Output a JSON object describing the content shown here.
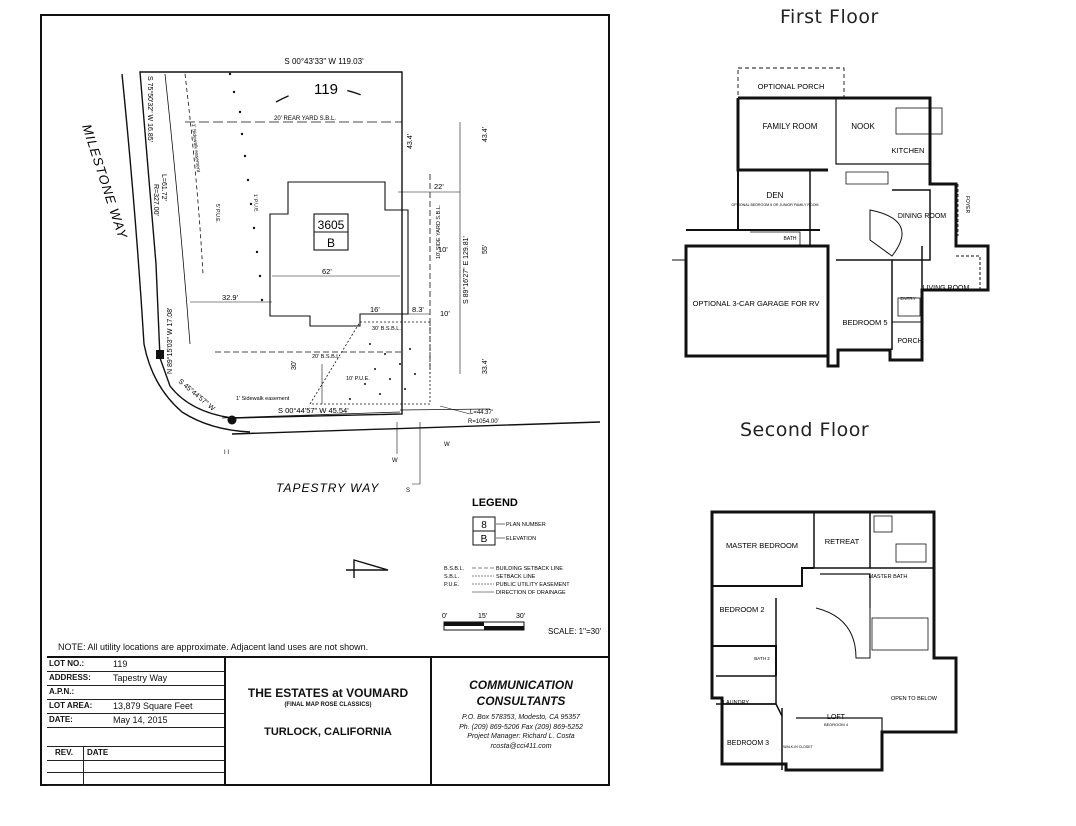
{
  "site": {
    "lot_number_label": "119",
    "road_milestone": "MILESTONE WAY",
    "road_tapestry": "TAPESTRY WAY",
    "plan_number": "3605",
    "plan_elevation": "B",
    "dims": {
      "north_bearing": "S 00°43'33\" W 119.03'",
      "rear_setback": "20' REAR YARD S.B.L.",
      "east_bearing": "S 89°16'27\" E 129.81'",
      "side_setback": "10' SIDE YARD S.B.L.",
      "west_bearing": "N 89°15'03\" W 17.08'",
      "nw_bearing": "S 75°50'32\" W 16.85'",
      "curve_len": "L=61.72'",
      "curve_rad": "R=327.00'",
      "sw_bearing": "S 45°44'57\" W",
      "south_bearing": "S 00°44'57\" W 45.54'",
      "curve2_len": "L=44.37'",
      "curve2_rad": "R=1054.00'",
      "d_43_4_a": "43.4'",
      "d_43_4_b": "43.4'",
      "d_22": "22'",
      "d_10": "10'",
      "d_55": "55'",
      "d_62": "62'",
      "d_32_9": "32.9'",
      "d_16": "16'",
      "d_8_3": "8.3'",
      "d_10b": "10'",
      "d_30": "30'",
      "d_33_4": "33.4'",
      "d_30bsbl": "30' B.S.B.L.",
      "d_20bsbl": "20' B.S.B.L.",
      "pue": "10' P.U.E.",
      "pue2": "5' P.U.E.",
      "sidewalk": "1' Sidewalk easement",
      "sidewalk2": "1' Sidewalk easement",
      "pue_w": "1' P.U.E.",
      "w_mark": "W",
      "s_mark": "S",
      "i_mark": "I I",
      "w_mark2": "W"
    }
  },
  "legend": {
    "title": "LEGEND",
    "plan_sample": "8",
    "elev_sample": "B",
    "plan_label": "PLAN NUMBER",
    "elev_label": "ELEVATION",
    "abbr": [
      {
        "k": "B.S.B.L.",
        "v": "BUILDING SETBACK LINE"
      },
      {
        "k": "S.B.L.",
        "v": "SETBACK LINE"
      },
      {
        "k": "P.U.E.",
        "v": "PUBLIC UTILITY EASEMENT"
      },
      {
        "k": "",
        "v": "DIRECTION OF DRAINAGE"
      }
    ],
    "scale_0": "0'",
    "scale_15": "15'",
    "scale_30": "30'",
    "scale_text": "SCALE: 1\"=30'"
  },
  "note": "NOTE: All utility locations are approximate. Adjacent land uses are not shown.",
  "title_block": {
    "rows": [
      {
        "k": "LOT NO.:",
        "v": "119"
      },
      {
        "k": "ADDRESS:",
        "v": "Tapestry Way"
      },
      {
        "k": "A.P.N.:",
        "v": ""
      },
      {
        "k": "LOT AREA:",
        "v": "13,879 Square Feet"
      },
      {
        "k": "DATE:",
        "v": "May 14, 2015"
      }
    ],
    "rev": "REV.",
    "date_col": "DATE",
    "project": "THE ESTATES at VOUMARD",
    "project_sub": "(FINAL MAP ROSE CLASSICS)",
    "city": "TURLOCK, CALIFORNIA",
    "company1": "COMMUNICATION",
    "company2": "CONSULTANTS",
    "addr": "P.O. Box 578353, Modesto, CA 95357",
    "phone": "Ph. (209) 869-5206  Fax (209) 869-5252",
    "pm": "Project Manager: Richard L. Costa",
    "email": "rcosta@cci411.com"
  },
  "first_floor": {
    "title": "First Floor",
    "rooms": {
      "porch_opt": "OPTIONAL PORCH",
      "family": "FAMILY ROOM",
      "nook": "NOOK",
      "kitchen": "KITCHEN",
      "den": "DEN",
      "den_sub": "OPTIONAL BEDROOM 6 OR JUNIOR FAMILY ROOM",
      "dining": "DINING ROOM",
      "living": "LIVING ROOM",
      "garage": "OPTIONAL 3-CAR GARAGE FOR RV",
      "bed5": "BEDROOM 5",
      "porch": "PORCH",
      "bath": "BATH",
      "foyer": "FOYER",
      "entry": "ENTRY"
    }
  },
  "second_floor": {
    "title": "Second Floor",
    "rooms": {
      "master": "MASTER BEDROOM",
      "retreat": "RETREAT",
      "mbath": "MASTER BATH",
      "bed2": "BEDROOM 2",
      "bath2": "BATH 2",
      "laundry": "LAUNDRY",
      "open": "OPEN TO BELOW",
      "loft": "LOFT",
      "loft_sub": "BEDROOM 4",
      "bed3": "BEDROOM 3",
      "wic": "WALK-IN CLOSET"
    }
  }
}
